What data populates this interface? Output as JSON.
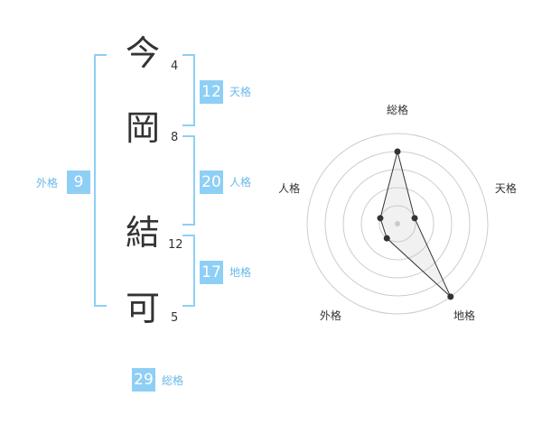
{
  "name": {
    "chars": [
      {
        "char": "今",
        "strokes": "4"
      },
      {
        "char": "岡",
        "strokes": "8"
      },
      {
        "char": "結",
        "strokes": "12"
      },
      {
        "char": "可",
        "strokes": "5"
      }
    ]
  },
  "kaku": {
    "tenkaku": {
      "label": "天格",
      "value": "12"
    },
    "jinkaku": {
      "label": "人格",
      "value": "20"
    },
    "chikaku": {
      "label": "地格",
      "value": "17"
    },
    "gaikaku": {
      "label": "外格",
      "value": "9"
    },
    "soukaku": {
      "label": "総格",
      "value": "29"
    }
  },
  "colors": {
    "accent": "#8ecff5",
    "label": "#6ab8e8",
    "text": "#333333",
    "grid": "#cccccc"
  },
  "chart_data": {
    "type": "radar",
    "axes": [
      "総格",
      "天格",
      "地格",
      "外格",
      "人格"
    ],
    "values": [
      4,
      1,
      5,
      1,
      1
    ],
    "r_max": 5
  }
}
